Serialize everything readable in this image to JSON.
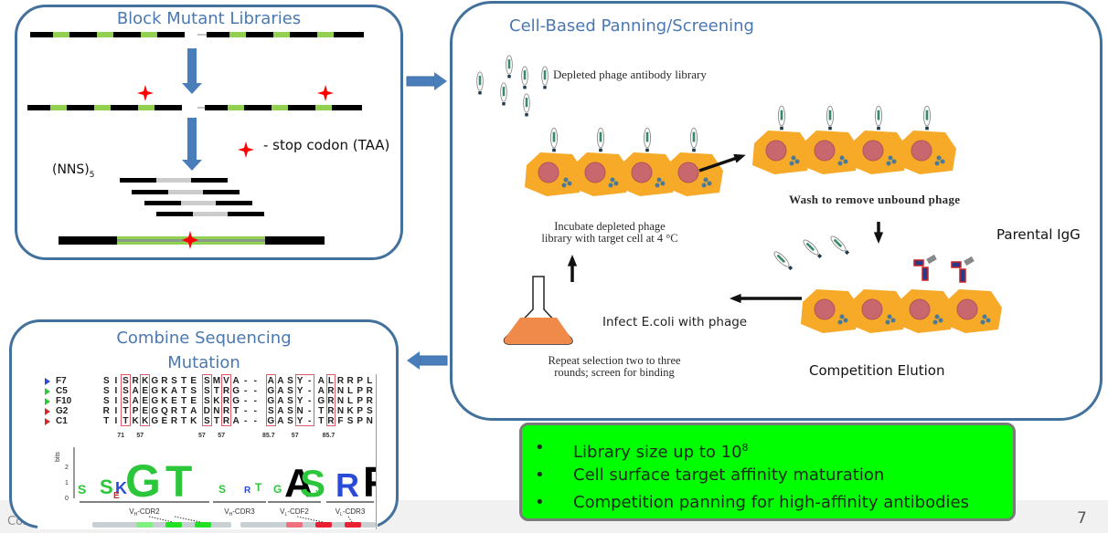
{
  "footer": {
    "confidential_label": "Conf",
    "page_number": "7"
  },
  "block_mutant": {
    "title": "Block Mutant Libraries",
    "legend_text": "- stop codon (TAA)",
    "nns_label": "(NNS)",
    "nns_subscript": "5",
    "colors": {
      "segment": "#000000",
      "cdr": "#92d050",
      "star": "#ff0000",
      "arrow": "#4a7ebb"
    }
  },
  "panning": {
    "title": "Cell-Based Panning/Screening",
    "depleted_label": "Depleted phage antibody library",
    "wash_label": "Wash to remove unbound phage",
    "incubate_label_line1": "Incubate depleted phage",
    "incubate_label_line2": "library with target cell at 4 °C",
    "infect_label": "Infect E.coli with phage",
    "repeat_label_line1": "Repeat selection two to three",
    "repeat_label_line2": "rounds; screen for binding",
    "parental_label": "Parental IgG",
    "elution_label": "Competition Elution",
    "colors": {
      "cell": "#f7a928",
      "nucleus": "#c9676e",
      "flask_liquid": "#f08a4b"
    }
  },
  "sequencing": {
    "title_line1": "Combine Sequencing",
    "title_line2": "Mutation",
    "clones": [
      {
        "name": "F7",
        "marker_color": "#2a4bd7",
        "vh_cdr2": "SISRKGRSTE",
        "vh_cdr3": "SMVA--",
        "vl_cdr2": "AASY-",
        "vl_cdr3": "ALRRPL"
      },
      {
        "name": "C5",
        "marker_color": "#2cc63a",
        "vh_cdr2": "SISAEGKATS",
        "vh_cdr3": "STRG--",
        "vl_cdr2": "GASY-",
        "vl_cdr3": "ARNLPR"
      },
      {
        "name": "F10",
        "marker_color": "#2cc63a",
        "vh_cdr2": "SISAEGKETE",
        "vh_cdr3": "SKRG--",
        "vl_cdr2": "GASY-",
        "vl_cdr3": "GRNLPR"
      },
      {
        "name": "G2",
        "marker_color": "#d62a2a",
        "vh_cdr2": "RITPEGQRTA",
        "vh_cdr3": "DNRT--",
        "vl_cdr2": "SASN-",
        "vl_cdr3": "TRNKPS"
      },
      {
        "name": "C1",
        "marker_color": "#d62a2a",
        "vh_cdr2": "TITKKGERTK",
        "vh_cdr3": "STRA--",
        "vl_cdr2": "GASY-",
        "vl_cdr3": "TRFSPN"
      }
    ],
    "percent_labels": [
      "71",
      "57",
      "57",
      "57",
      "85.7",
      "57",
      "85.7"
    ],
    "logo_axis_label": "bits",
    "logo_ticks": [
      "0",
      "1",
      "2"
    ],
    "region_labels": [
      "VH-CDR2",
      "VH-CDR3",
      "VL-CDF2",
      "VL-CDR3"
    ],
    "region_labels_main": [
      "V",
      "V",
      "V",
      "V"
    ],
    "region_labels_sub": [
      "H",
      "H",
      "L",
      "L"
    ],
    "region_labels_suffix": [
      "-CDR2",
      "-CDR3",
      "-CDF2",
      "-CDR3"
    ]
  },
  "features": {
    "items": [
      {
        "text": "Library size up to 10",
        "superscript": "8"
      },
      {
        "text": "Cell surface target affinity maturation",
        "superscript": ""
      },
      {
        "text": "Competition panning for high-affinity antibodies",
        "superscript": ""
      }
    ],
    "bullet": "•",
    "box_color": "#00ff00"
  }
}
